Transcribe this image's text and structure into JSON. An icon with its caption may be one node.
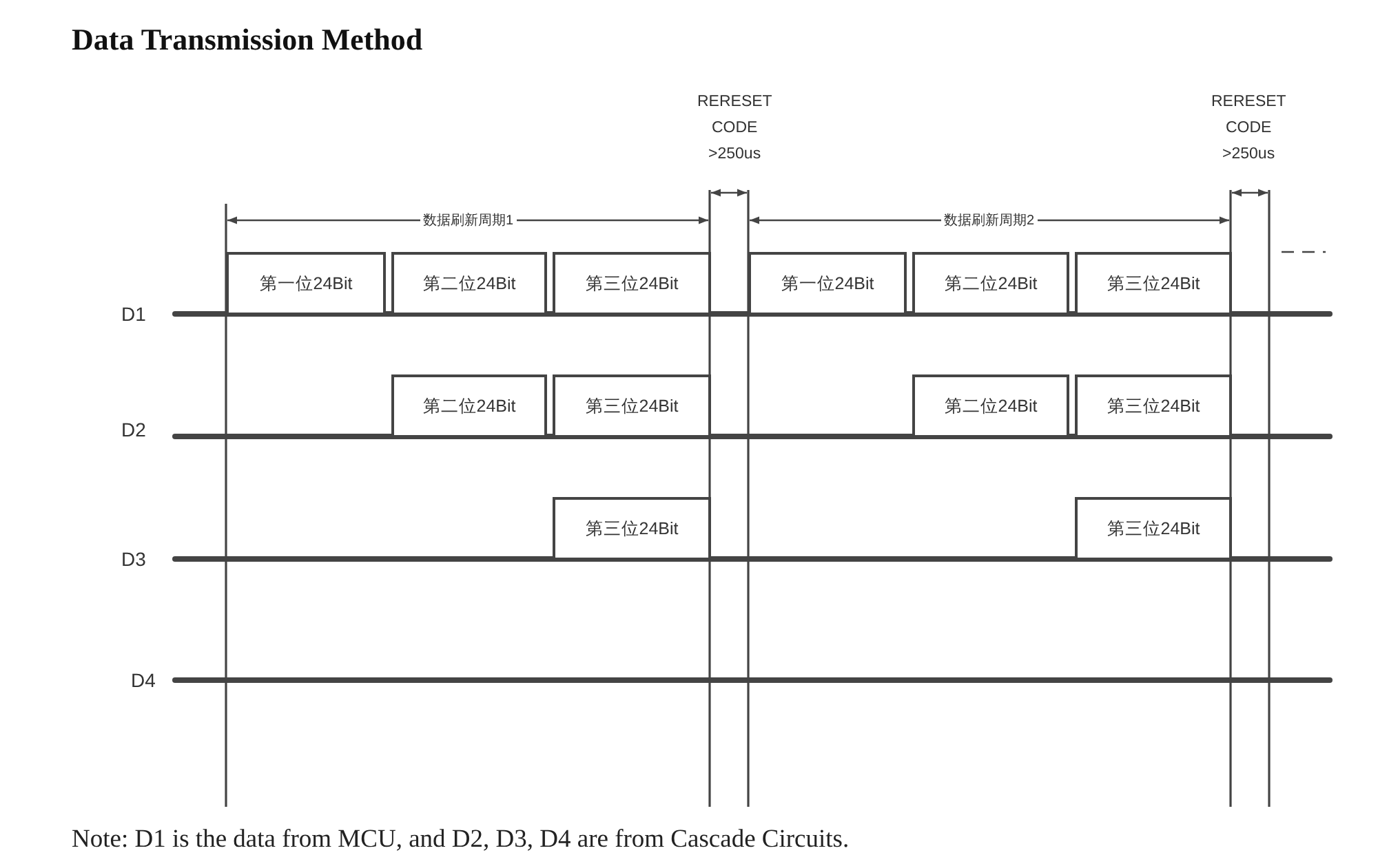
{
  "diagram": {
    "title": "Data Transmission Method",
    "caption": "Note: D1 is the data from MCU, and D2, D3, D4 are from Cascade Circuits.",
    "nodes": [
      {
        "text": [
          "第一位24Bit"
        ]
      },
      {
        "text": [
          "第二位24Bit"
        ]
      },
      {
        "text": [
          "第三位24Bit"
        ]
      },
      {
        "text": [
          "第一位24Bit"
        ]
      },
      {
        "text": [
          "第二位24Bit"
        ]
      },
      {
        "text": [
          "第三位24Bit"
        ]
      },
      {
        "text": [
          "第二位24Bit"
        ]
      },
      {
        "text": [
          "第三位24Bit"
        ]
      },
      {
        "text": [
          "第二位24Bit"
        ]
      },
      {
        "text": [
          "第三位24Bit"
        ]
      },
      {
        "text": [
          "第三位24Bit"
        ]
      },
      {
        "text": [
          "第三位24Bit"
        ]
      }
    ],
    "labels": [
      "RERESET CODE >250us",
      "RERESET CODE >250us",
      "数据刷新周期1",
      "数据刷新周期2",
      "D1",
      "D2",
      "D3",
      "D4"
    ]
  }
}
